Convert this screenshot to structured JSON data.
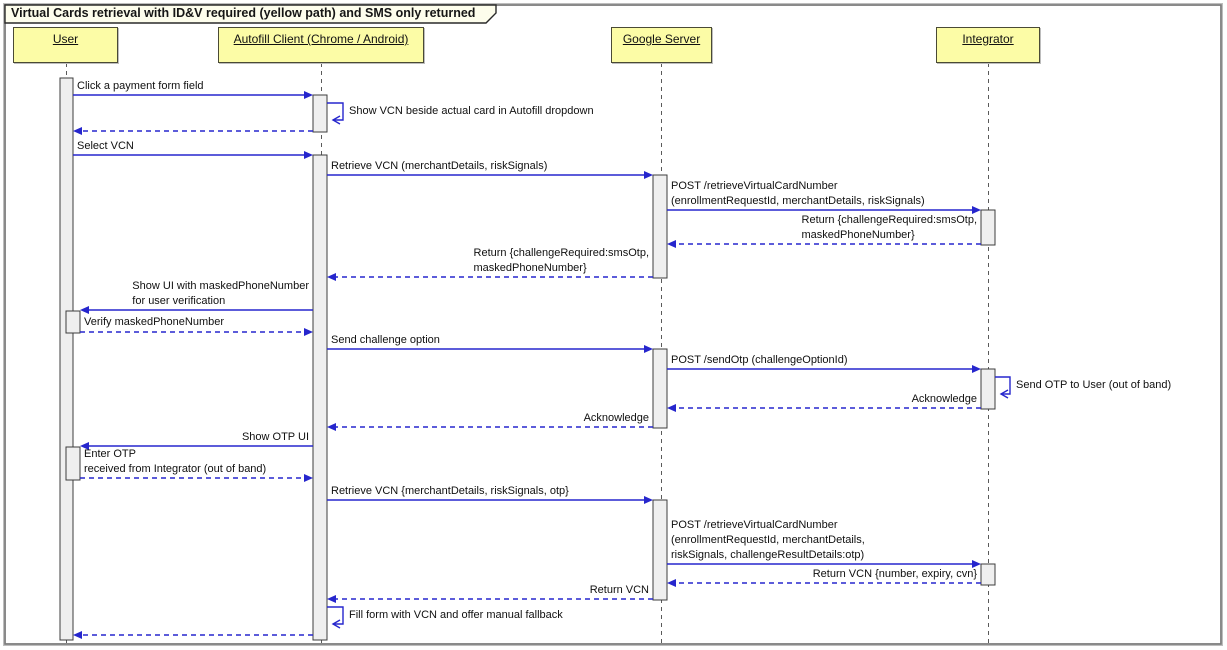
{
  "title": "Virtual Cards retrieval with ID&V required (yellow path) and SMS only returned",
  "participants": [
    {
      "name": "User"
    },
    {
      "name": "Autofill Client (Chrome / Android)"
    },
    {
      "name": "Google Server"
    },
    {
      "name": "Integrator"
    }
  ],
  "messages": [
    {
      "text": "Click a payment form field",
      "from": "User",
      "to": "Autofill Client (Chrome / Android)",
      "style": "solid"
    },
    {
      "text": "Show VCN beside actual card in Autofill dropdown",
      "from": "Autofill Client (Chrome / Android)",
      "to": "Autofill Client (Chrome / Android)",
      "style": "self"
    },
    {
      "text": "",
      "from": "Autofill Client (Chrome / Android)",
      "to": "User",
      "style": "dashed-return"
    },
    {
      "text": "Select VCN",
      "from": "User",
      "to": "Autofill Client (Chrome / Android)",
      "style": "solid"
    },
    {
      "text": "Retrieve VCN (merchantDetails, riskSignals)",
      "from": "Autofill Client (Chrome / Android)",
      "to": "Google Server",
      "style": "solid"
    },
    {
      "text": "POST /retrieveVirtualCardNumber\n(enrollmentRequestId, merchantDetails, riskSignals)",
      "from": "Google Server",
      "to": "Integrator",
      "style": "solid"
    },
    {
      "text": "Return {challengeRequired:smsOtp,\nmaskedPhoneNumber}",
      "from": "Integrator",
      "to": "Google Server",
      "style": "dashed-return"
    },
    {
      "text": "Return {challengeRequired:smsOtp,\nmaskedPhoneNumber}",
      "from": "Google Server",
      "to": "Autofill Client (Chrome / Android)",
      "style": "dashed-return"
    },
    {
      "text": "Show UI with maskedPhoneNumber\nfor user verification",
      "from": "Autofill Client (Chrome / Android)",
      "to": "User",
      "style": "solid"
    },
    {
      "text": "Verify maskedPhoneNumber",
      "from": "User",
      "to": "Autofill Client (Chrome / Android)",
      "style": "dashed-return"
    },
    {
      "text": "Send challenge option",
      "from": "Autofill Client (Chrome / Android)",
      "to": "Google Server",
      "style": "solid"
    },
    {
      "text": "POST /sendOtp (challengeOptionId)",
      "from": "Google Server",
      "to": "Integrator",
      "style": "solid"
    },
    {
      "text": "Send OTP to User (out of band)",
      "from": "Integrator",
      "to": "Integrator",
      "style": "self"
    },
    {
      "text": "Acknowledge",
      "from": "Integrator",
      "to": "Google Server",
      "style": "dashed-return"
    },
    {
      "text": "Acknowledge",
      "from": "Google Server",
      "to": "Autofill Client (Chrome / Android)",
      "style": "dashed-return"
    },
    {
      "text": "Show OTP UI",
      "from": "Autofill Client (Chrome / Android)",
      "to": "User",
      "style": "solid"
    },
    {
      "text": "Enter OTP\nreceived from Integrator (out of band)",
      "from": "User",
      "to": "Autofill Client (Chrome / Android)",
      "style": "dashed-return"
    },
    {
      "text": "Retrieve VCN {merchantDetails, riskSignals, otp}",
      "from": "Autofill Client (Chrome / Android)",
      "to": "Google Server",
      "style": "solid"
    },
    {
      "text": "POST /retrieveVirtualCardNumber\n(enrollmentRequestId, merchantDetails,\nriskSignals, challengeResultDetails:otp)",
      "from": "Google Server",
      "to": "Integrator",
      "style": "solid"
    },
    {
      "text": "Return VCN {number, expiry, cvn}",
      "from": "Integrator",
      "to": "Google Server",
      "style": "dashed-return"
    },
    {
      "text": "Return VCN",
      "from": "Google Server",
      "to": "Autofill Client (Chrome / Android)",
      "style": "dashed-return"
    },
    {
      "text": "Fill form with VCN and offer manual fallback",
      "from": "Autofill Client (Chrome / Android)",
      "to": "Autofill Client (Chrome / Android)",
      "style": "self"
    },
    {
      "text": "",
      "from": "Autofill Client (Chrome / Android)",
      "to": "User",
      "style": "dashed-return"
    }
  ],
  "colors": {
    "arrow": "#2626cd",
    "participant_fill": "#fcfca6",
    "participant_border": "#4a4a35",
    "title_fill": "#fdfdec",
    "activation_fill": "#efefef",
    "frame_border": "#7d7d7d"
  }
}
